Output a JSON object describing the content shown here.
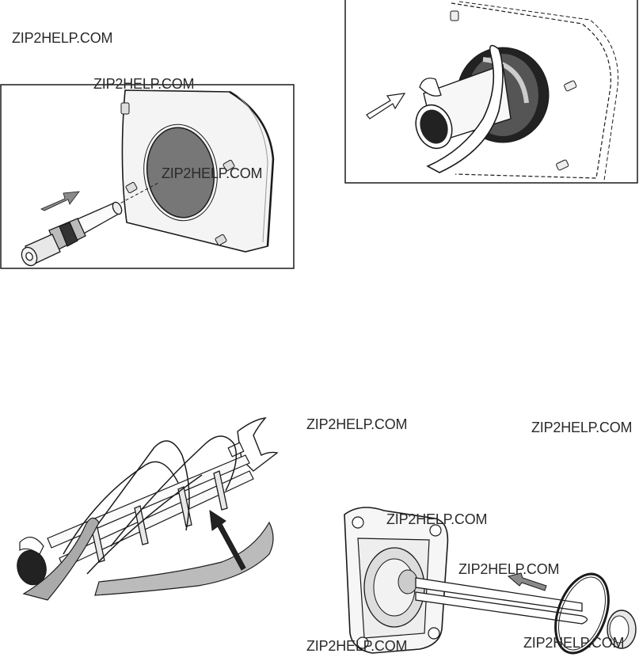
{
  "watermark": {
    "w1": "ZIP2HELP.COM",
    "w2": "ZIP2HELP.COM",
    "w3": "ZIP2HELP.COM",
    "w4": "ZIP2HELP.COM",
    "w5": "ZIP2HELP.COM",
    "w6": "ZIP2HELP.COM",
    "w7": "ZIP2HELP.COM",
    "w8": "ZIP2HELP.COM",
    "w9": "ZIP2HELP.COM"
  },
  "figures": {
    "fig1_icon": "heating-element-insertion-illustration",
    "fig2_icon": "sleeve-and-spring-clip-illustration",
    "fig3_icon": "element-with-spring-wire-illustration",
    "fig4_icon": "flange-element-gasket-illustration"
  },
  "colors": {
    "line": "#1a1a1a",
    "shade": "#777777",
    "arrow": "#8a8a8a"
  }
}
